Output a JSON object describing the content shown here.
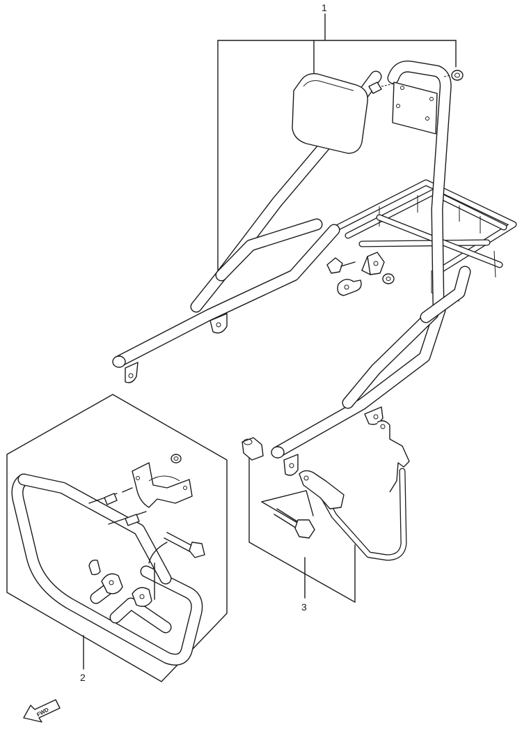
{
  "callouts": [
    {
      "id": "1",
      "label": "1"
    },
    {
      "id": "2",
      "label": "2"
    },
    {
      "id": "3",
      "label": "3"
    }
  ],
  "direction_marker": {
    "label": "FWD",
    "icon": "fwd-arrow-icon"
  },
  "colors": {
    "line": "#1a1a1a",
    "background": "#ffffff"
  }
}
